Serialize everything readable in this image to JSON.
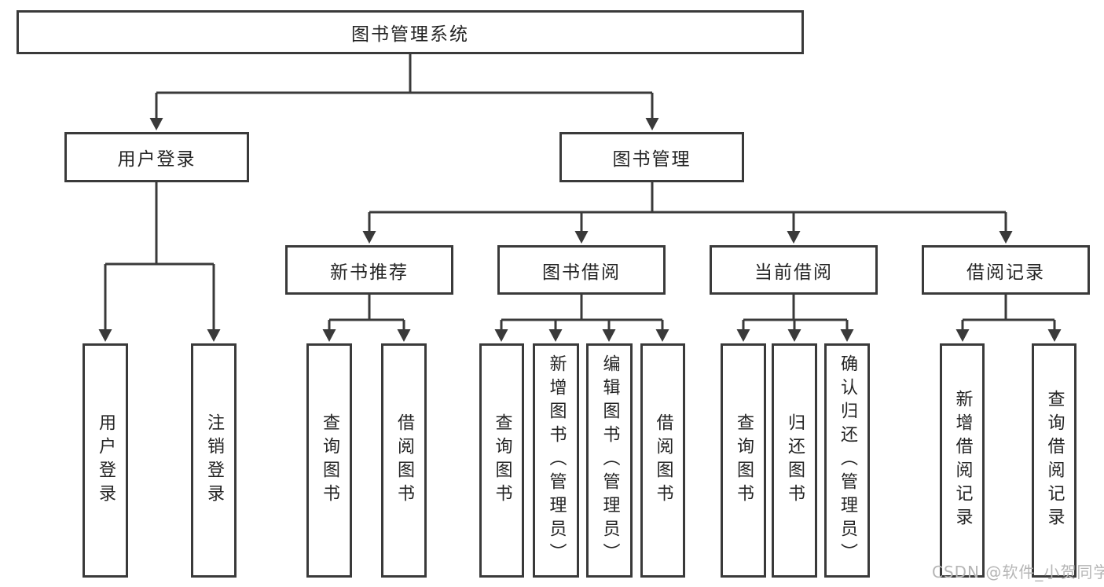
{
  "tree": {
    "label": "图书管理系统",
    "children": [
      {
        "label": "用户登录",
        "children": [
          {
            "label": "用户登录"
          },
          {
            "label": "注销登录"
          }
        ]
      },
      {
        "label": "图书管理",
        "children": [
          {
            "label": "新书推荐",
            "children": [
              {
                "label": "查询图书"
              },
              {
                "label": "借阅图书"
              }
            ]
          },
          {
            "label": "图书借阅",
            "children": [
              {
                "label": "查询图书"
              },
              {
                "label": "新增图书（管理员）"
              },
              {
                "label": "编辑图书（管理员）"
              },
              {
                "label": "借阅图书"
              }
            ]
          },
          {
            "label": "当前借阅",
            "children": [
              {
                "label": "查询图书"
              },
              {
                "label": "归还图书"
              },
              {
                "label": "确认归还（管理员）"
              }
            ]
          },
          {
            "label": "借阅记录",
            "children": [
              {
                "label": "新增借阅记录"
              },
              {
                "label": "查询借阅记录"
              }
            ]
          }
        ]
      }
    ]
  },
  "watermark": {
    "text": "CSDN @软件_小贺同学"
  },
  "colors": {
    "line": "#3a3a3a",
    "box_border": "#3a3a3a",
    "text": "#242424",
    "watermark": "#b5b5b5",
    "background": "#ffffff"
  }
}
